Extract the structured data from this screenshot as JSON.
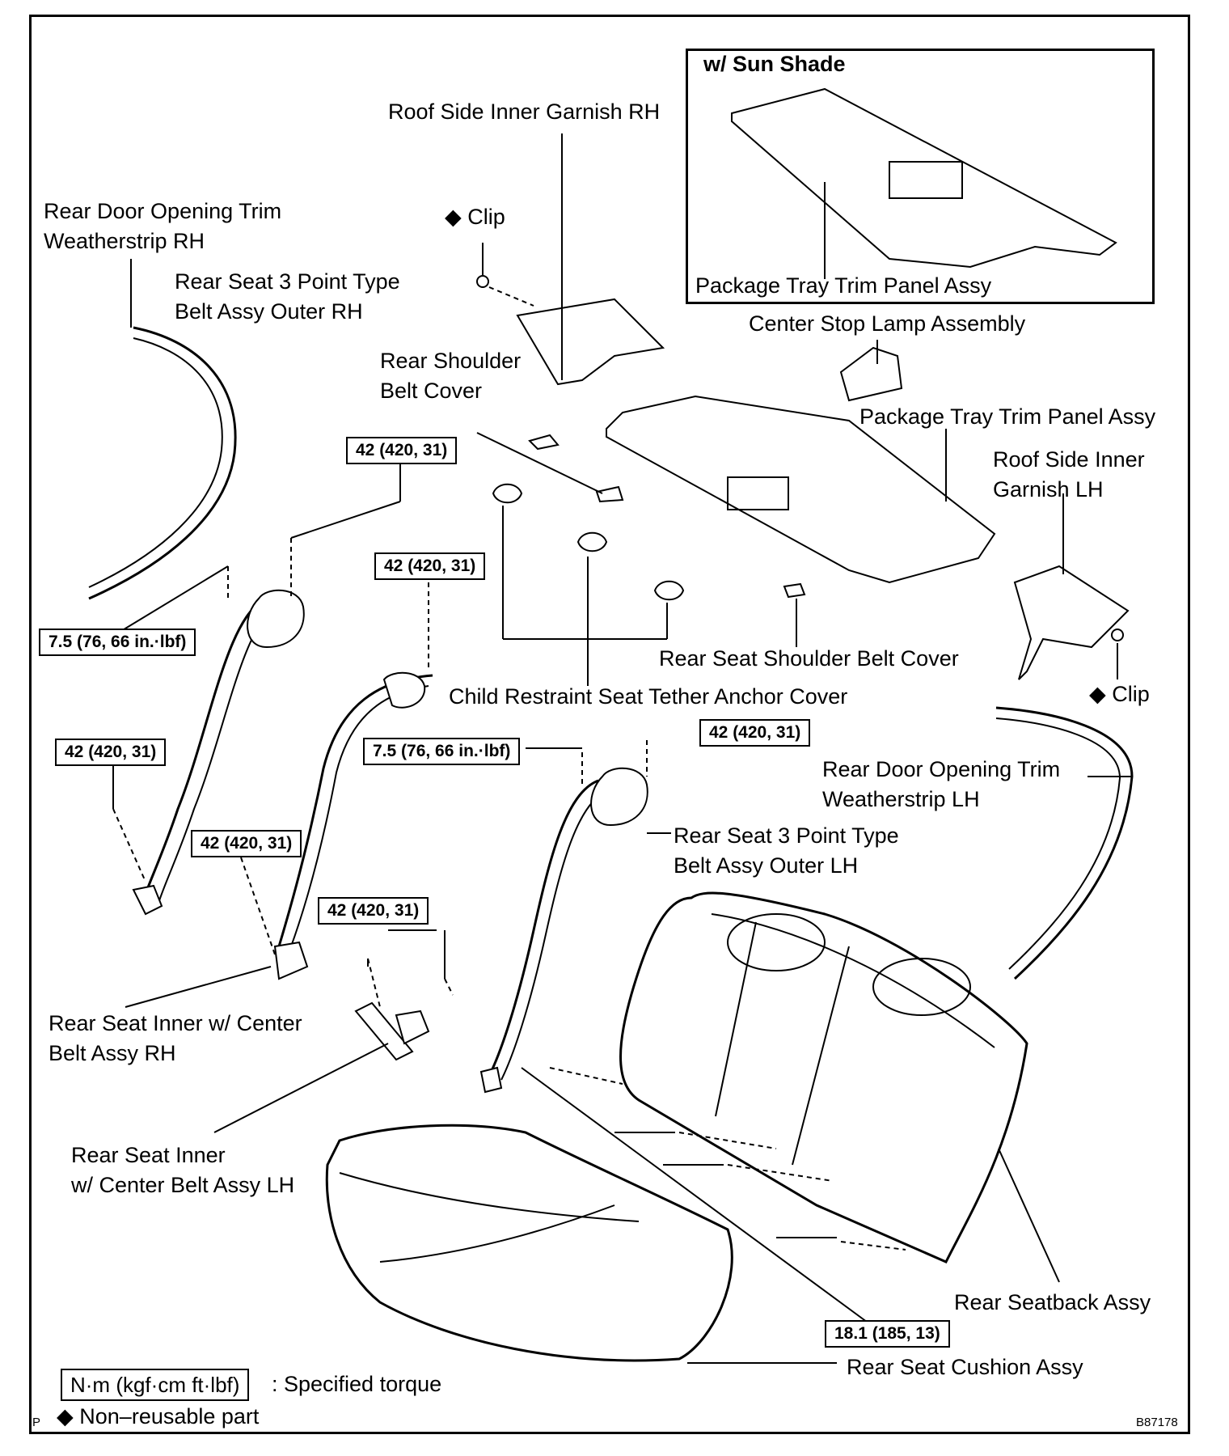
{
  "labels": {
    "roof_side_rh": "Roof Side Inner Garnish RH",
    "clip_top": "Clip",
    "rear_door_rh_line1": "Rear Door Opening Trim",
    "rear_door_rh_line2": "Weatherstrip RH",
    "belt_outer_rh_line1": "Rear Seat 3 Point Type",
    "belt_outer_rh_line2": "Belt Assy Outer RH",
    "rear_shoulder_line1": "Rear Shoulder",
    "rear_shoulder_line2": "Belt Cover",
    "center_stop_lamp": "Center Stop Lamp Assembly",
    "package_tray": "Package Tray Trim Panel Assy",
    "roof_side_lh_line1": "Roof Side Inner",
    "roof_side_lh_line2": "Garnish LH",
    "rear_seat_shoulder_cover": "Rear Seat Shoulder Belt Cover",
    "clip_right": "Clip",
    "child_anchor_cover": "Child Restraint Seat Tether Anchor Cover",
    "rear_door_lh_line1": "Rear Door Opening Trim",
    "rear_door_lh_line2": "Weatherstrip LH",
    "belt_outer_lh_line1": "Rear Seat 3 Point Type",
    "belt_outer_lh_line2": "Belt Assy Outer LH",
    "inner_center_rh_line1": "Rear Seat Inner w/ Center",
    "inner_center_rh_line2": "Belt Assy RH",
    "inner_center_lh_line1": "Rear Seat Inner",
    "inner_center_lh_line2": "w/ Center Belt Assy LH",
    "seatback": "Rear Seatback Assy",
    "cushion": "Rear Seat Cushion Assy"
  },
  "inset": {
    "title": "w/ Sun Shade",
    "part": "Package Tray Trim Panel Assy"
  },
  "torques": {
    "t1": "42 (420, 31)",
    "t2": "42 (420, 31)",
    "t3": "7.5 (76, 66 in.·lbf)",
    "t4": "42 (420, 31)",
    "t5": "42 (420, 31)",
    "t6": "7.5 (76, 66 in.·lbf)",
    "t7": "42 (420, 31)",
    "t8": "42 (420, 31)",
    "t9": "18.1 (185, 13)"
  },
  "legend": {
    "unit_box": "N·m (kgf·cm ft·lbf)",
    "unit_desc": ": Specified torque",
    "nonreusable_symbol": "◆",
    "nonreusable": "Non–reusable part"
  },
  "diamond": "◆",
  "corner_letter": "P",
  "figure_code": "B87178"
}
